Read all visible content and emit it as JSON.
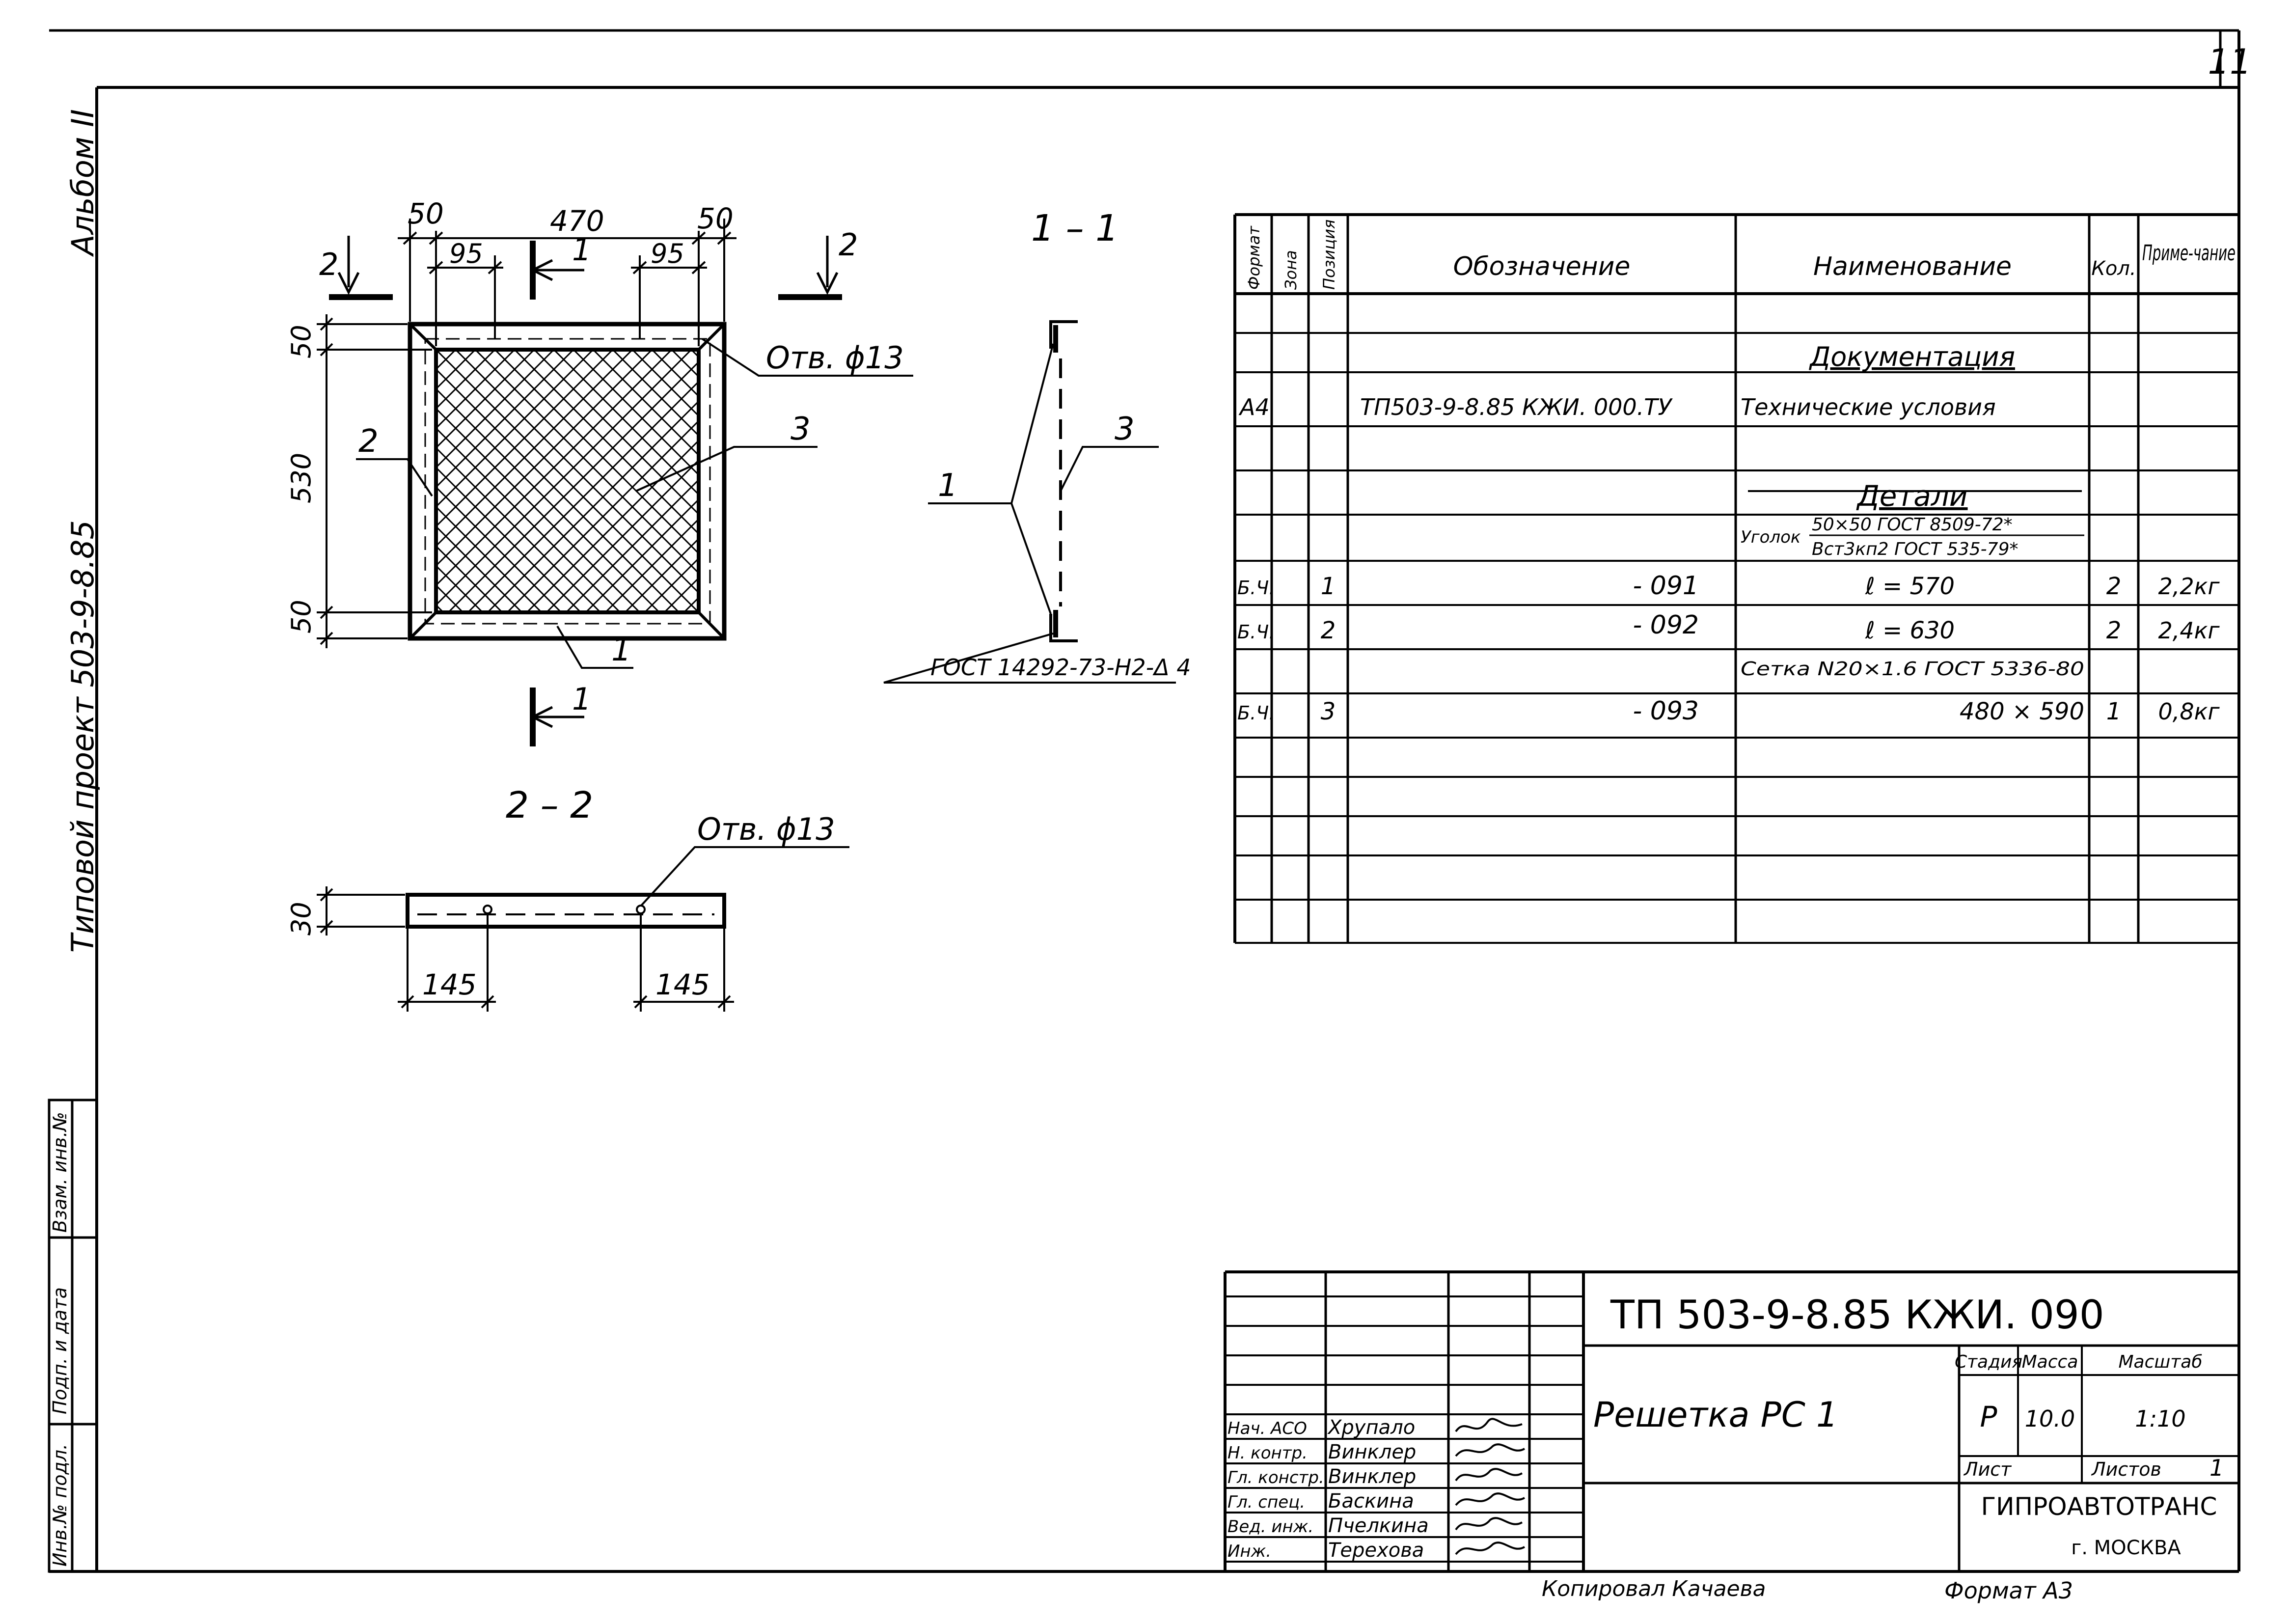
{
  "sheet_number": "11",
  "side_margin": {
    "album": "Альбом II",
    "project": "Типовой проект 503-9-8.85",
    "field_inv": "Инв.№ подл.",
    "field_sign": "Подп. и дата",
    "field_zam": "Взам. инв.№"
  },
  "plan_view": {
    "section_mark_2": "2",
    "section_mark_1": "1",
    "dim_top_left": "50",
    "dim_top_mid": "470",
    "dim_top_right": "50",
    "dim_95_left": "95",
    "dim_95_right": "95",
    "dim_side_top": "50",
    "dim_side_mid": "530",
    "dim_side_bottom": "50",
    "hole_label": "Отв. ϕ13",
    "pos_2": "2",
    "pos_3": "3",
    "pos_1": "1"
  },
  "section_1_1": {
    "title": "1 – 1",
    "pos_1": "1",
    "pos_3": "3",
    "weld_note": "ГОСТ 14292-73-Н2-Δ 4"
  },
  "section_2_2": {
    "title": "2 – 2",
    "hole_label": "Отв. ϕ13",
    "dim_height": "30",
    "dim_left": "145",
    "dim_right": "145"
  },
  "spec_table": {
    "headers": {
      "format": "Формат",
      "zone": "Зона",
      "position": "Позиция",
      "designation": "Обозначение",
      "name": "Наименование",
      "qty": "Кол.",
      "note": "Приме-чание"
    },
    "doc_heading": "Документация",
    "doc_row": {
      "format": "А4",
      "designation": "ТП503-9-8.85   КЖИ. 000.ТУ",
      "name": "Технические условия"
    },
    "parts_heading": "Детали",
    "angle_prefix": "Уголок",
    "angle_top": "50×50 ГОСТ 8509-72*",
    "angle_bottom": "Вст3кп2 ГОСТ 535-79*",
    "rows": [
      {
        "format": "Б.Ч.",
        "pos": "1",
        "designation": "- 091",
        "name": "ℓ = 570",
        "qty": "2",
        "note": "2,2кг"
      },
      {
        "format": "Б.Ч.",
        "pos": "2",
        "designation": "- 092",
        "name": "ℓ = 630",
        "qty": "2",
        "note": "2,4кг"
      },
      {
        "format": "",
        "pos": "",
        "designation": "",
        "name": "Сетка N20×1.6 ГОСТ 5336-80",
        "qty": "",
        "note": ""
      },
      {
        "format": "Б.Ч.",
        "pos": "3",
        "designation": "- 093",
        "name": "480 × 590",
        "qty": "1",
        "note": "0,8кг"
      }
    ]
  },
  "title_block": {
    "code": "ТП 503-9-8.85  КЖИ. 090",
    "name": "Решетка  РС 1",
    "stage_label": "Стадия",
    "mass_label": "Масса",
    "scale_label": "Масштаб",
    "stage": "Р",
    "mass": "10.0",
    "scale": "1:10",
    "sheet_label": "Лист",
    "sheets_label": "Листов",
    "sheets": "1",
    "org": "ГИПРОАВТОТРАНС",
    "city": "г. МОСКВА",
    "signatures": [
      {
        "role": "Нач. АСО",
        "name": "Хрупало"
      },
      {
        "role": "Н. контр.",
        "name": "Винклер"
      },
      {
        "role": "Гл. констр.",
        "name": "Винклер"
      },
      {
        "role": "Гл. спец.",
        "name": "Баскина"
      },
      {
        "role": "Вед. инж.",
        "name": "Пчелкина"
      },
      {
        "role": "Инж.",
        "name": "Терехова"
      }
    ]
  },
  "copied_by": "Копировал Качаева",
  "format_label": "Формат А3"
}
